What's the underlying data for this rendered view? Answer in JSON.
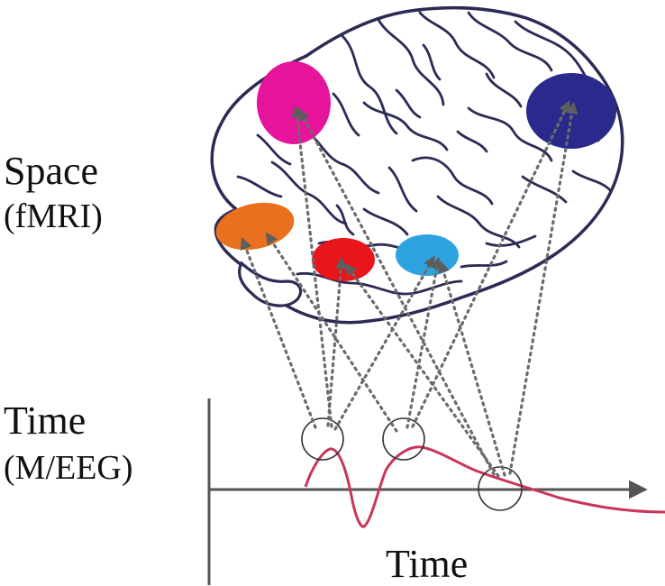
{
  "labels": {
    "space_title": "Space",
    "space_sub": "(fMRI)",
    "time_title": "Time",
    "time_sub": "(M/EEG)",
    "time_axis": "Time"
  },
  "colors": {
    "brain_outline": "#2b2b55",
    "connector": "#6b6b6b",
    "axis": "#555555",
    "signal": "#c8375a",
    "regions": {
      "magenta": "#e6139b",
      "navy": "#2a2a8c",
      "orange": "#e8701e",
      "red": "#e8151a",
      "blue": "#2fa3e0"
    }
  }
}
